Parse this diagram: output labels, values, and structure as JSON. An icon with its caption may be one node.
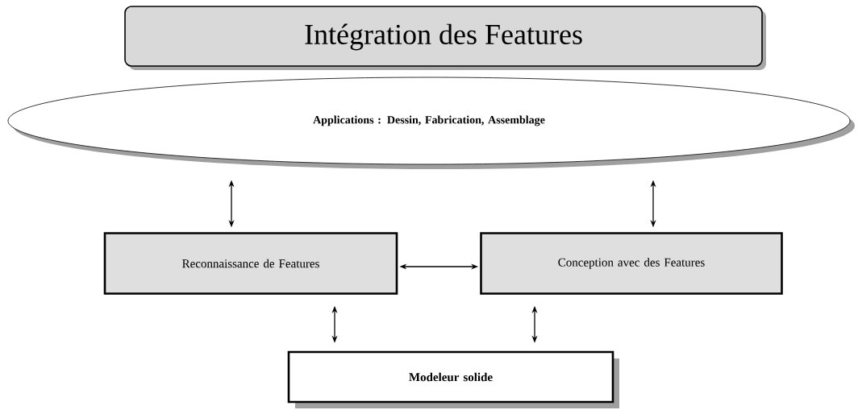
{
  "diagram": {
    "title": "Intégration des Features",
    "nodes": [
      {
        "text": [
          "Applications : Dessin, Fabrication, Assemblage"
        ]
      },
      {
        "text": [
          "Reconnaissance de Features"
        ]
      },
      {
        "text": [
          "Conception avec des Features"
        ]
      },
      {
        "text": [
          "Modeleur solide"
        ]
      }
    ],
    "edges": [
      {
        "from": 0,
        "to": 1,
        "arrow": "both"
      },
      {
        "from": 0,
        "to": 2,
        "arrow": "both"
      },
      {
        "from": 1,
        "to": 2,
        "arrow": "both"
      },
      {
        "from": 1,
        "to": 3,
        "arrow": "both"
      },
      {
        "from": 2,
        "to": 3,
        "arrow": "both"
      }
    ]
  }
}
